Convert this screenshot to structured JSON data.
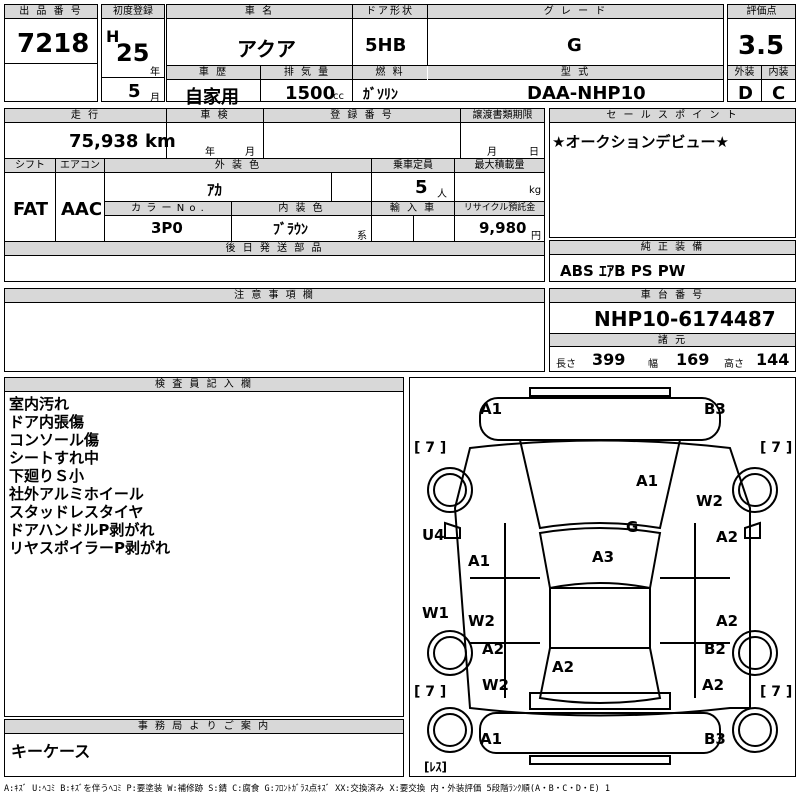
{
  "header": {
    "lot_label": "出 品 番 号",
    "lot_no": "7218",
    "first_reg_label": "初度登録",
    "era": "H",
    "year_val": "25",
    "year_unit": "年",
    "month_val": "5",
    "month_unit": "月",
    "car_name_label": "車 名",
    "car_name": "アクア",
    "door_label": "ドア形状",
    "door": "5HB",
    "grade_label": "グ レ ー ド",
    "grade": "G",
    "score_label": "評価点",
    "score": "3.5",
    "history_label": "車 歴",
    "history": "自家用",
    "displacement_label": "排 気 量",
    "displacement": "1500",
    "displacement_unit": "cc",
    "fuel_label": "燃 料",
    "fuel": "ｶﾞｿﾘﾝ",
    "model_label": "型 式",
    "model": "DAA-NHP10",
    "ext_label": "外装",
    "ext": "D",
    "int_label": "内装",
    "int": "C"
  },
  "info": {
    "mileage_label": "走 行",
    "mileage": "75,938",
    "mileage_unit": "km",
    "inspection_label": "車 検",
    "insp_year_unit": "年",
    "insp_month_unit": "月",
    "regno_label": "登 録 番 号",
    "transfer_label": "譲渡書類期限",
    "transfer_month": "月",
    "transfer_day": "日",
    "shift_label": "シフト",
    "shift": "FAT",
    "ac_label": "エアコン",
    "ac": "AAC",
    "ext_color_label": "外 装 色",
    "ext_color": "ｱｶ",
    "capacity_label": "乗車定員",
    "capacity": "5",
    "capacity_unit": "人",
    "load_label": "最大積載量",
    "load_unit": "kg",
    "color_no_label": "カ ラ ー N o .",
    "color_no": "3P0",
    "int_color_label": "内 装 色",
    "int_color": "ﾌﾞﾗｳﾝ",
    "int_color_suffix": "系",
    "import_label": "輸 入 車",
    "recycle_label": "リサイクル預託金",
    "recycle": "9,980",
    "recycle_unit": "円",
    "later_parts_label": "後 日 発 送 部 品"
  },
  "sales": {
    "label": "セ ー ル ス ポ イ ン ト",
    "text": "★オークションデビュー★"
  },
  "equipment": {
    "label": "純 正 装 備",
    "text": "ABS ｴｱB PS PW"
  },
  "notes": {
    "label": "注 意 事 項 欄"
  },
  "chassis": {
    "label": "車 台 番 号",
    "number": "NHP10-6174487",
    "dims_label": "諸 元",
    "length_label": "長さ",
    "length": "399",
    "width_label": "幅",
    "width": "169",
    "height_label": "高さ",
    "height": "144"
  },
  "inspector": {
    "label": "検 査 員 記 入 欄",
    "lines": [
      "室内汚れ",
      "ドア内張傷",
      "コンソール傷",
      "シートすれ中",
      "下廻りＳ小",
      "社外アルミホイール",
      "スタッドレスタイヤ",
      "ドアハンドルP剥がれ",
      "リヤスポイラーP剥がれ"
    ]
  },
  "office": {
    "label": "事 務 局 よ り ご 案 内",
    "text": "キーケース"
  },
  "diagram": {
    "tread_fl": "[ 7 ]",
    "tread_fr": "[ 7 ]",
    "tread_rl": "[ 7 ]",
    "tread_rr": "[ 7 ]",
    "spare": "[ﾚｽ]",
    "marks": {
      "front_bumper_l": "A1",
      "front_bumper_r": "B3",
      "bonnet": "A1",
      "front_fender_r": "W2",
      "roof": "G",
      "pillar_l": "U4",
      "door_fl": "A1",
      "roof2": "A3",
      "door_fr": "A2",
      "sill_l": "W1",
      "door_rl": "W2",
      "door_rr": "A2",
      "rear_fender_l": "A2",
      "trunk": "A2",
      "rear_fender_r": "B2",
      "rear_l": "W2",
      "rear_r": "A2",
      "rear_bumper_l": "A1",
      "rear_bumper_r": "B3"
    }
  },
  "legend": "A:ｷｽﾞ U:ﾍｺﾐ B:ｷｽﾞを伴うﾍｺﾐ P:要塗装 W:補修跡 S:錆 C:腐食 G:ﾌﾛﾝﾄｶﾞﾗｽ点ｷｽﾞ XX:交換済み X:要交換 内・外装評価 5段階ﾗﾝｸ順(A・B・C・D・E) 1"
}
